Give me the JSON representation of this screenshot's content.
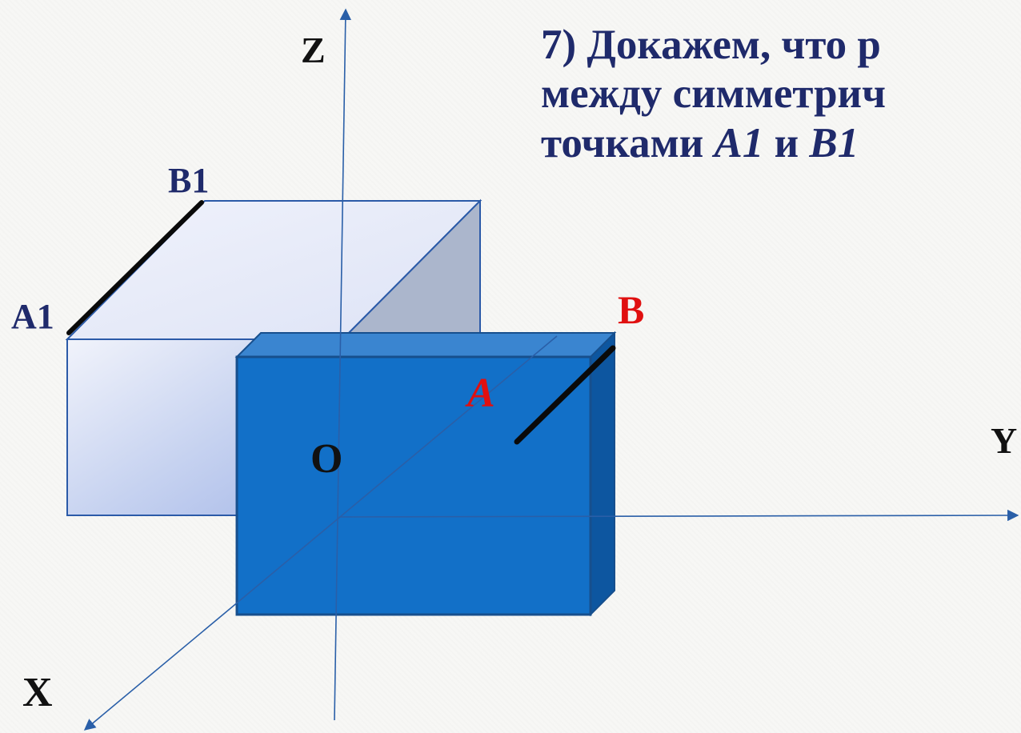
{
  "axes": {
    "x_label": "X",
    "y_label": "Y",
    "z_label": "Z",
    "origin_label": "O"
  },
  "points": {
    "a1": "A1",
    "b1": "B1",
    "a": "A",
    "b": "B"
  },
  "title": {
    "line1": "7) Докажем, что р",
    "line2": "между симметрич",
    "line3_prefix": "точками ",
    "line3_a1": "A1",
    "line3_and": " и ",
    "line3_b1": "B1"
  },
  "colors": {
    "front_box": "#1270c8",
    "front_box_top": "#3a85d0",
    "front_box_side": "#0d56a0",
    "ghost_box_light": "#e4e8f7",
    "ghost_box_shade": "#a9b6cf",
    "axis": "#2a5fa8",
    "point_label_blue": "#1f2a6b",
    "point_label_red": "#e01010",
    "segment": "#0a0a0a"
  }
}
